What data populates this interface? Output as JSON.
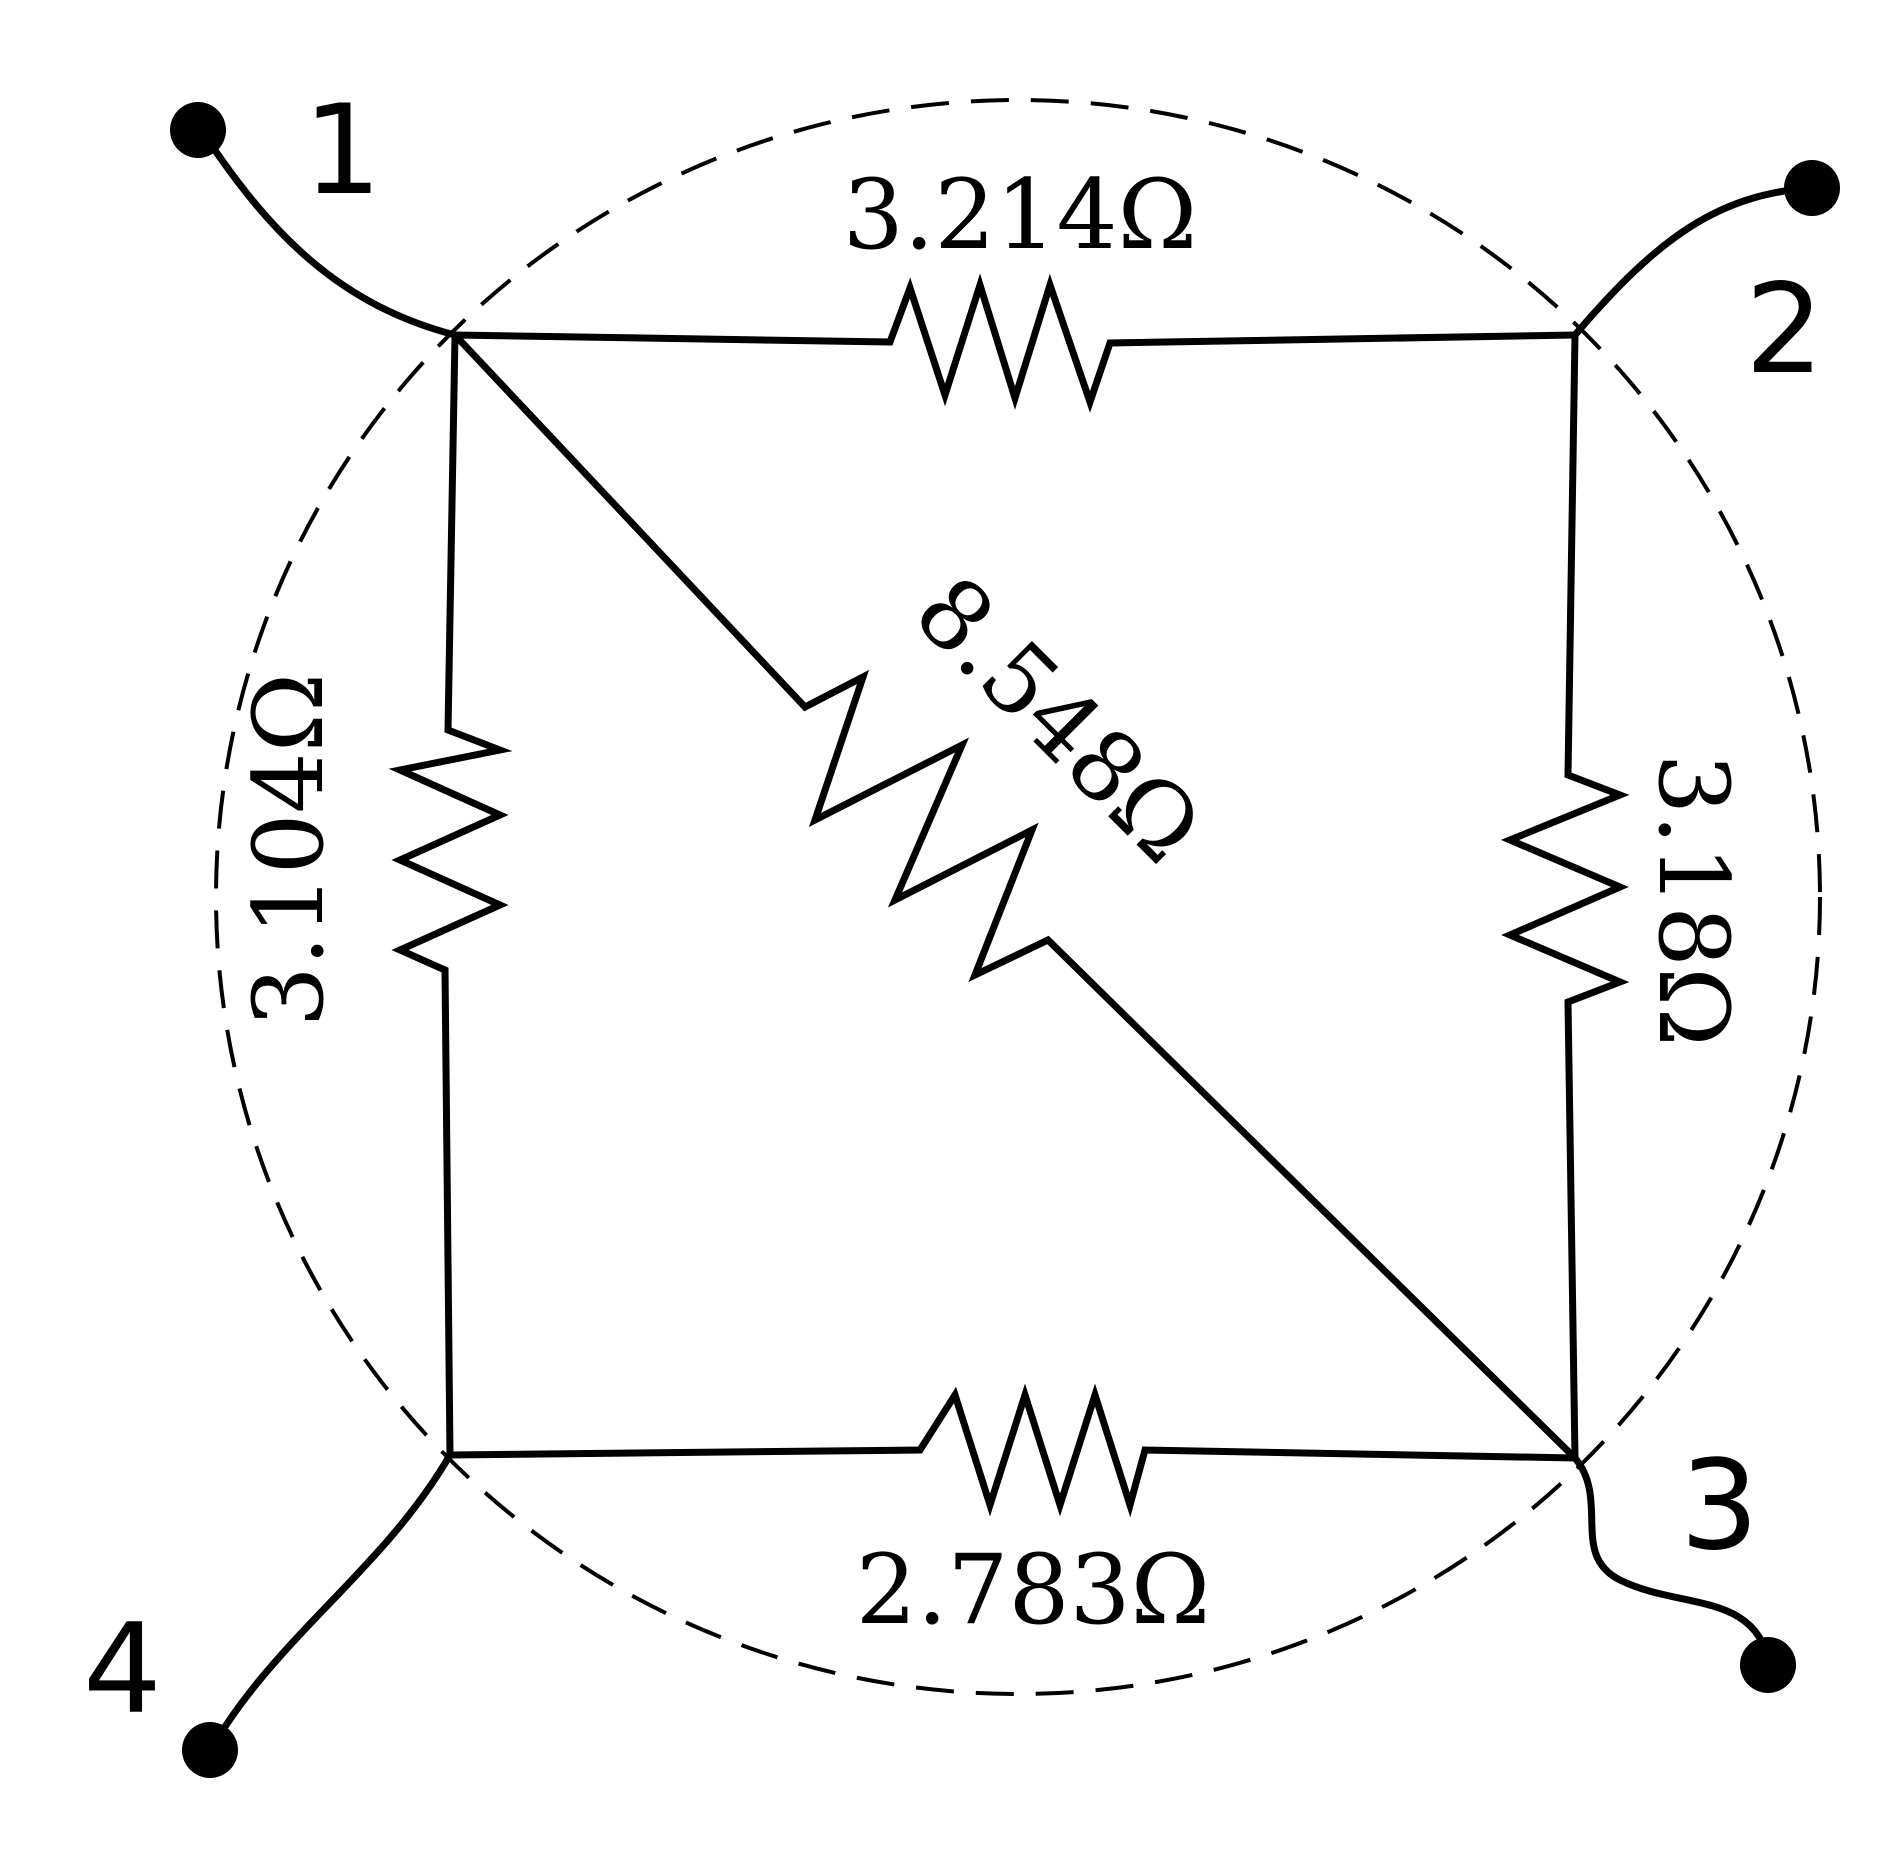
{
  "diagram": {
    "ports": [
      {
        "id": "1",
        "label": "1"
      },
      {
        "id": "2",
        "label": "2"
      },
      {
        "id": "3",
        "label": "3"
      },
      {
        "id": "4",
        "label": "4"
      }
    ],
    "resistors": [
      {
        "id": "r12",
        "between": [
          "1",
          "2"
        ],
        "label": "3.214Ω"
      },
      {
        "id": "r23",
        "between": [
          "2",
          "3"
        ],
        "label": "3.18Ω"
      },
      {
        "id": "r34",
        "between": [
          "3",
          "4"
        ],
        "label": "2.783Ω"
      },
      {
        "id": "r41",
        "between": [
          "4",
          "1"
        ],
        "label": "3.104Ω"
      },
      {
        "id": "r13",
        "between": [
          "1",
          "3"
        ],
        "label": "8.548Ω"
      }
    ],
    "boundary": "dashed-circle"
  }
}
